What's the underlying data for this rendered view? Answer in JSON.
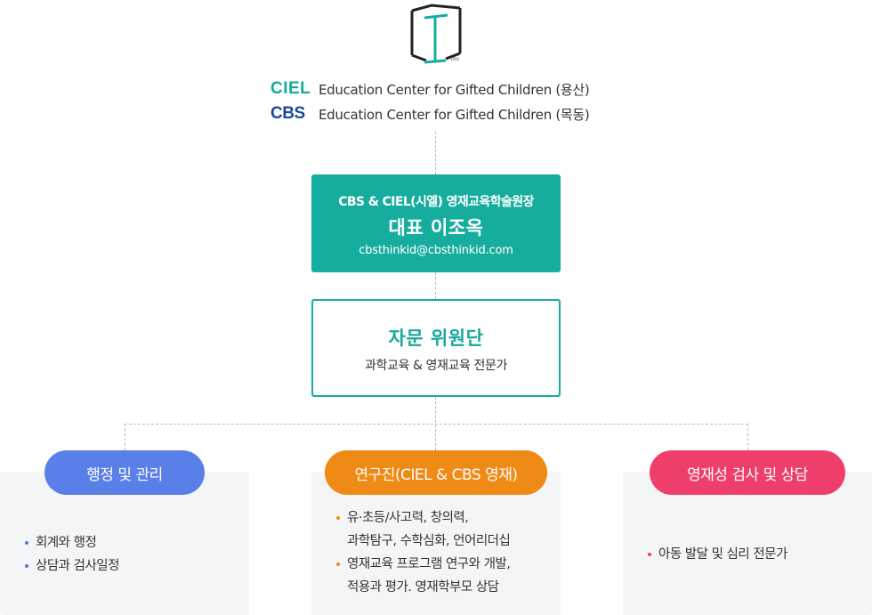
{
  "logo": {
    "icon": "cube-logo-icon",
    "year": "1992",
    "accent": "#17ad9e"
  },
  "brands": [
    {
      "mark": "CIEL",
      "text": "Education Center for Gifted Children (용산)",
      "color": "#17a99a"
    },
    {
      "mark": "CBS",
      "text": "Education Center for Gifted Children (목동)",
      "color": "#1b4a93"
    }
  ],
  "head": {
    "role": "CBS & CIEL(시엘) 영재교육학술원장",
    "name": "대표 이조옥",
    "email": "cbsthinkid@cbsthinkid.com",
    "color": "#17ad9e"
  },
  "advisory": {
    "title": "자문 위원단",
    "subtitle": "과학교육 & 영재교육 전문가"
  },
  "departments": [
    {
      "title": "행정 및 관리",
      "color": "#5b7fe9",
      "items": [
        "회계와 행정",
        "상담과 검사일정"
      ]
    },
    {
      "title": "연구진(CIEL & CBS 영재)",
      "color": "#f08a16",
      "items": [
        [
          "유·초등/사고력, 창의력,",
          "과학탐구, 수학심화, 언어리더십"
        ],
        [
          "영재교육 프로그램 연구와 개발,",
          "적용과 평가. 영재학부모 상담"
        ]
      ]
    },
    {
      "title": "영재성 검사 및 상담",
      "color": "#ee3f6a",
      "items": [
        "아동 발달 및 심리 전문가"
      ]
    }
  ]
}
